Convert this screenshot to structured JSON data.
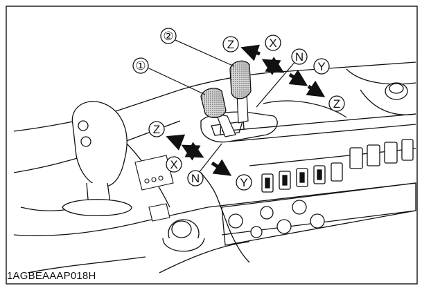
{
  "figure_id": "1AGBEAAAP018H",
  "levers": [
    {
      "label": "①",
      "description": "lever 1"
    },
    {
      "label": "②",
      "description": "lever 2"
    }
  ],
  "positions": {
    "Z": "Z",
    "X": "X",
    "N": "N",
    "Y": "Y"
  },
  "colors": {
    "line": "#111111",
    "lever_fill": "#9a9a9a",
    "background": "#ffffff"
  }
}
